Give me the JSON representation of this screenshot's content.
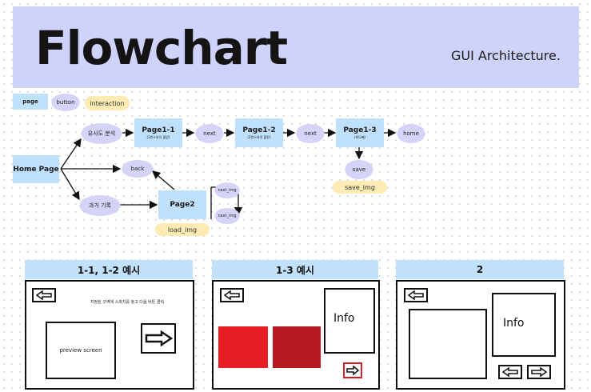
{
  "banner": {
    "title": "Flowchart",
    "subtitle": "GUI Architecture."
  },
  "legend": {
    "page": "page",
    "button": "button",
    "interaction": "interaction"
  },
  "nodes": {
    "home": "Home Page",
    "analysis": "유사도 분석",
    "page1_1": {
      "label": "Page1-1",
      "sub": "(1번스와치 불받)"
    },
    "next1": "next",
    "page1_2": {
      "label": "Page1-2",
      "sub": "(2번스와치 불받)"
    },
    "next2": "next",
    "page1_3": {
      "label": "Page1-3",
      "sub": "(최도빼)"
    },
    "home_btn": "home",
    "save": "save",
    "save_img": "save_img",
    "back": "back",
    "records": "과거 기록",
    "page2": "Page2",
    "load_img": "load_img",
    "next_img_top": "next_img",
    "next_img_bottom": "next_img"
  },
  "panels": [
    {
      "title": "1-1, 1-2 예시",
      "instruction": "지정된 구역에 스와치를 놓고 다음 버튼 클릭",
      "preview": "preview screen"
    },
    {
      "title": "1-3 예시",
      "info": "Info",
      "swatch_colors": [
        "#e81e25",
        "#b6191f"
      ]
    },
    {
      "title": "2",
      "info": "Info"
    }
  ],
  "colors": {
    "banner": "#cfd3fb",
    "page": "#bfe0fb",
    "button": "#d5d3f8",
    "interaction": "#fcebb3"
  }
}
